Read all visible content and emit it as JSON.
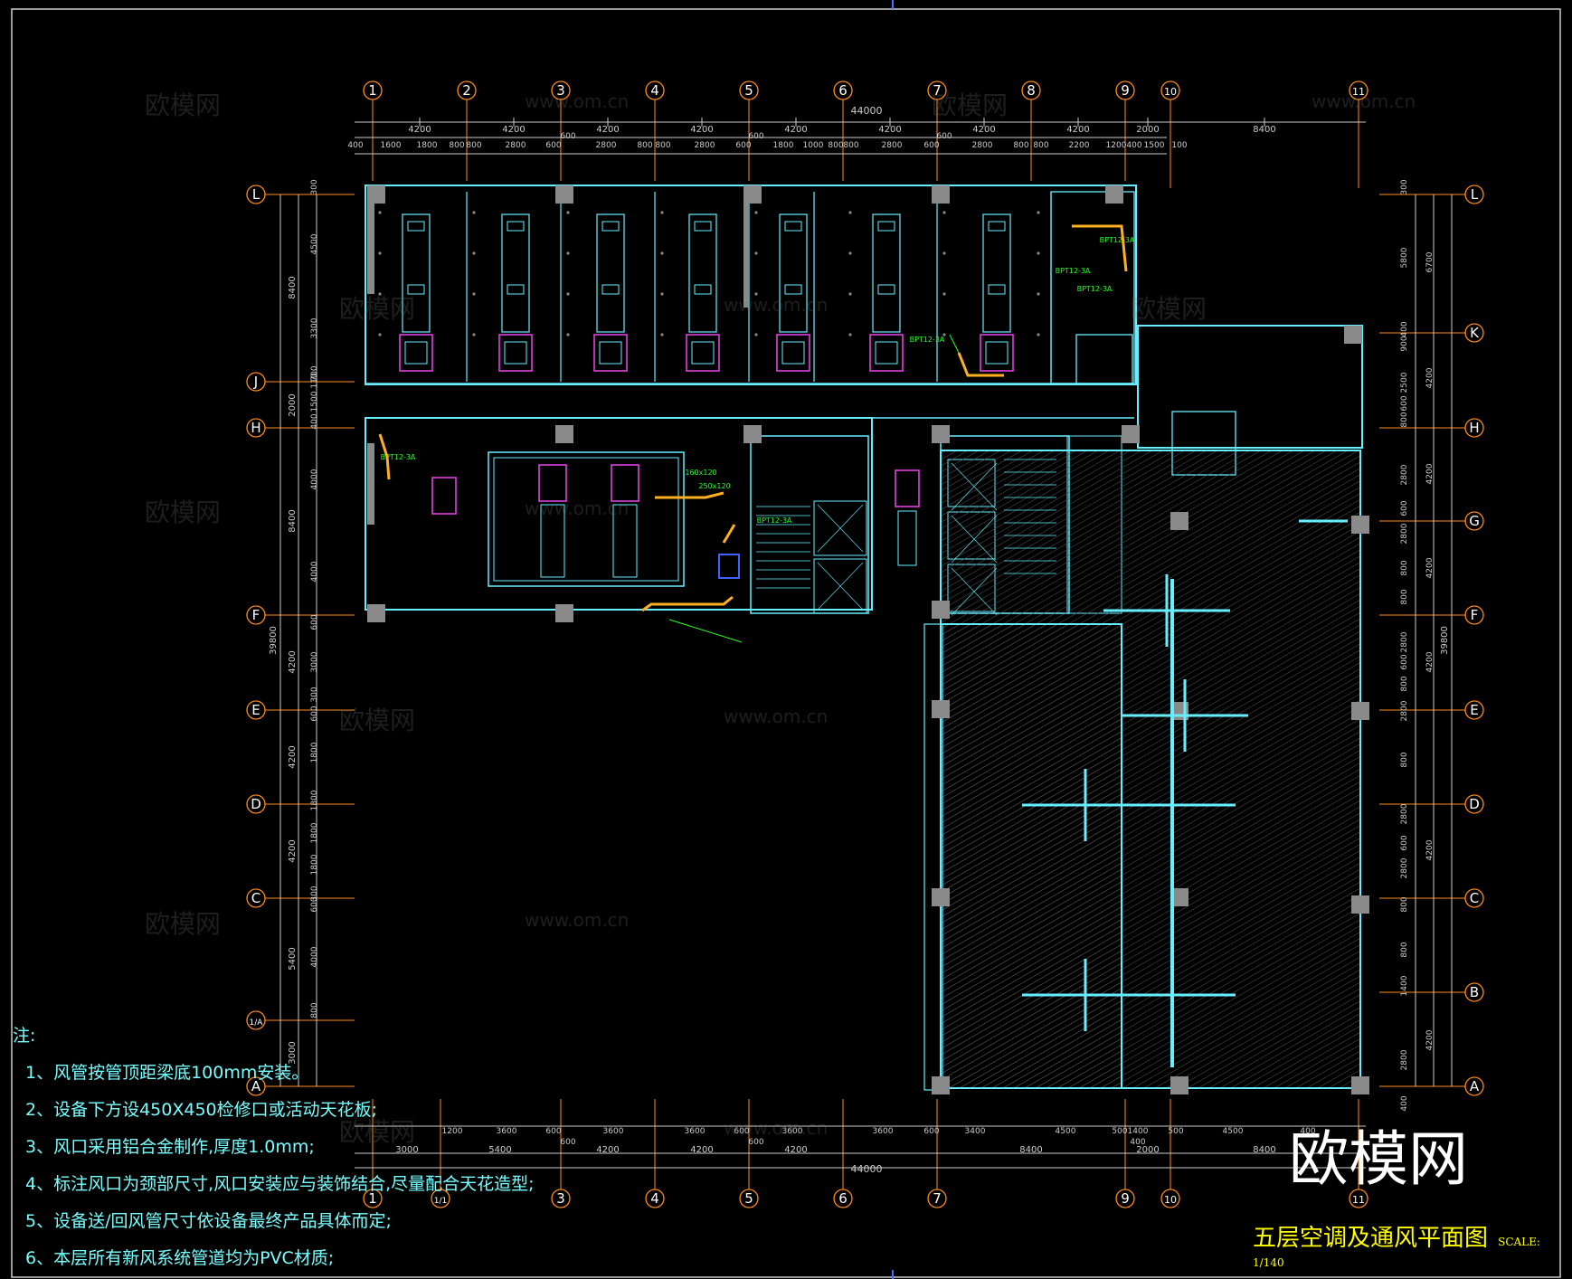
{
  "drawing": {
    "title": "五层空调及通风平面图",
    "scale": "SCALE: 1/140",
    "total_width_top": "44000",
    "total_width_bottom": "44000",
    "total_height_left": "39800",
    "total_height_right": "39800"
  },
  "axes": {
    "top": [
      "1",
      "2",
      "3",
      "4",
      "5",
      "6",
      "7",
      "8",
      "9",
      "10",
      "11"
    ],
    "bottom": [
      "1",
      "1/1",
      "3",
      "4",
      "5",
      "6",
      "7",
      "9",
      "10",
      "11"
    ],
    "left": [
      "L",
      "J",
      "H",
      "F",
      "E",
      "D",
      "C",
      "1/A",
      "A"
    ],
    "right": [
      "L",
      "K",
      "H",
      "G",
      "F",
      "E",
      "D",
      "C",
      "B",
      "A"
    ]
  },
  "dimensions": {
    "top_row1": [
      "4200",
      "4200",
      "4200",
      "4200",
      "4200",
      "4200",
      "4200",
      "4200",
      "2000",
      "8400"
    ],
    "top_row2": [
      "400",
      "1600",
      "1800",
      "800",
      "800",
      "2800",
      "600",
      "2800",
      "800",
      "800",
      "2800",
      "600",
      "1800",
      "1000",
      "800",
      "800",
      "2800",
      "600",
      "2800",
      "800",
      "800",
      "2200",
      "1200",
      "400",
      "1500",
      "100"
    ],
    "top_mid": [
      "600",
      "600",
      "600"
    ],
    "bottom_row1": [
      "1200",
      "3600",
      "600",
      "3600",
      "3600",
      "600",
      "3600",
      "3600",
      "600",
      "3400",
      "4500",
      "500",
      "1400",
      "500",
      "4500",
      "400"
    ],
    "bottom_row2": [
      "3000",
      "5400",
      "4200",
      "4200",
      "4200",
      "8400",
      "2000",
      "8400"
    ],
    "bottom_mid": [
      "600",
      "600",
      "400"
    ],
    "left_outer": [
      "8400",
      "2000",
      "8400",
      "4200",
      "4200",
      "4200",
      "5400",
      "3000"
    ],
    "left_inner": [
      "300",
      "4500",
      "3300",
      "700",
      "110",
      "1500",
      "400",
      "4000",
      "4000",
      "600",
      "3000",
      "300",
      "600",
      "1800",
      "1800",
      "1800",
      "1800",
      "300",
      "600",
      "4000",
      "800"
    ],
    "right_inner": [
      "300",
      "5800",
      "900",
      "400",
      "2500",
      "600",
      "800",
      "2800",
      "600",
      "2800",
      "800",
      "800",
      "2800",
      "600",
      "800",
      "2800",
      "800",
      "2800",
      "600",
      "2800",
      "800",
      "800",
      "1400",
      "2800",
      "400"
    ],
    "right_outer": [
      "6700",
      "4200",
      "4200",
      "4200",
      "4200",
      "4200",
      "4200"
    ]
  },
  "equipment_labels": [
    "BPT12-3A",
    "BPT12-3A",
    "BPT12-3A",
    "BPT12-3A",
    "BPT12-3A",
    "160x120",
    "250x120",
    "BPT12-3A"
  ],
  "notes": {
    "heading": "注:",
    "items": [
      "1、风管按管顶距梁底100mm安装。",
      "2、设备下方设450X450检修口或活动天花板;",
      "3、风口采用铝合金制作,厚度1.0mm;",
      "4、标注风口为颈部尺寸,风口安装应与装饰结合,尽量配合天花造型;",
      "5、设备送/回风管尺寸依设备最终产品具体而定;",
      "6、本层所有新风系统管道均为PVC材质;"
    ]
  },
  "watermarks": {
    "brand": "欧模网",
    "url": "www.om.cn"
  },
  "colors": {
    "background": "#000000",
    "wall": "#6ef",
    "dim": "#cccccc",
    "axis_bubble": "#ff8c1a",
    "magenta_unit": "#e040e0",
    "duct_orange": "#ffb020",
    "green_text": "#2f2",
    "column": "#8a8a8a",
    "title": "#ffff00"
  }
}
